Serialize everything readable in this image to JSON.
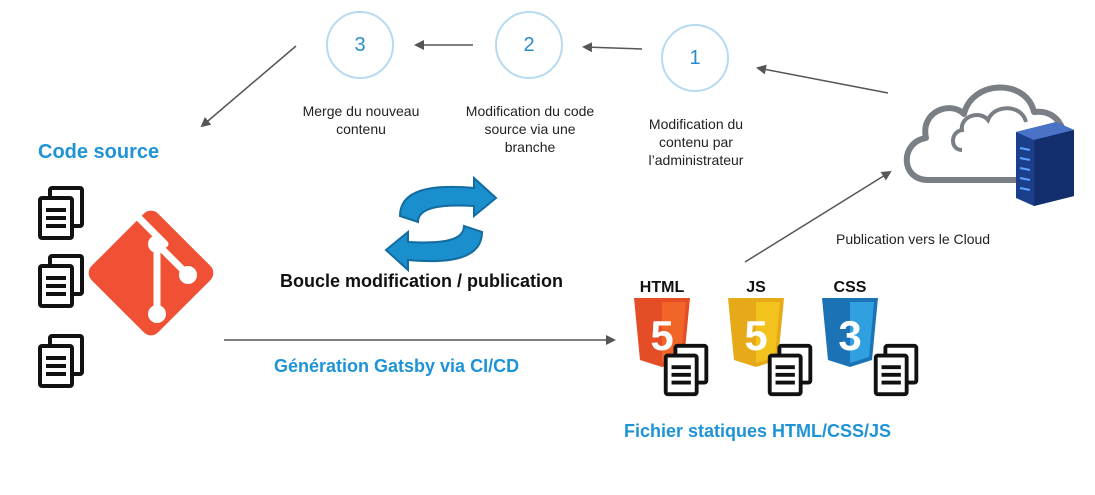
{
  "steps": [
    {
      "number": "1",
      "label_lines": [
        "Modification du",
        "contenu par",
        "l’administrateur"
      ]
    },
    {
      "number": "2",
      "label_lines": [
        "Modification du code",
        "source via une",
        "branche"
      ]
    },
    {
      "number": "3",
      "label_lines": [
        "Merge du nouveau",
        "contenu"
      ]
    }
  ],
  "labels": {
    "code_source": "Code source",
    "loop": "Boucle modification / publication",
    "generation": "Génération Gatsby via CI/CD",
    "static_files": "Fichier statiques HTML/CSS/JS",
    "cloud_publish": "Publication vers le Cloud"
  },
  "badges": {
    "html": {
      "text": "HTML",
      "digit": "5",
      "color": "#e44d26",
      "shade": "#f16529"
    },
    "js": {
      "text": "JS",
      "digit": "5",
      "color": "#e6a918",
      "shade": "#f4c21c"
    },
    "css": {
      "text": "CSS",
      "digit": "3",
      "color": "#1b73b6",
      "shade": "#30a0e0"
    }
  },
  "icons": {
    "git": "git-logo-icon",
    "cloud": "cloud-icon",
    "server": "server-icon",
    "document": "document-stack-icon",
    "sync": "sync-arrows-icon"
  },
  "colors": {
    "accent": "#1e93d6",
    "git": "#f05033",
    "step_border": "#b6daf0",
    "arrow": "#555555"
  }
}
